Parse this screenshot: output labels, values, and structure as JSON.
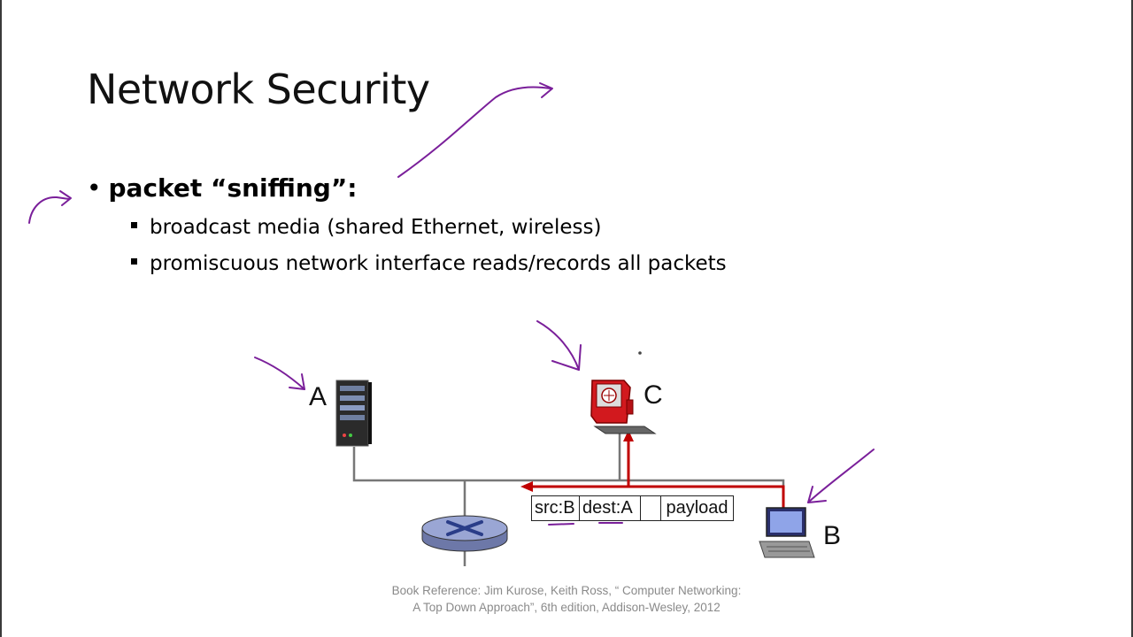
{
  "slide": {
    "title": "Network Security",
    "bullet": {
      "symbol": "•",
      "text": "packet “sniffing”:"
    },
    "sub_bullets": [
      "broadcast media (shared Ethernet, wireless)",
      "promiscuous network interface reads/records all packets"
    ]
  },
  "diagram": {
    "nodes": {
      "a": {
        "label": "A",
        "icon": "server-icon"
      },
      "c": {
        "label": "C",
        "icon": "sniffer-computer-icon"
      },
      "b": {
        "label": "B",
        "icon": "laptop-icon"
      },
      "router": {
        "icon": "router-icon"
      }
    },
    "packet": {
      "src": "src:B",
      "dest": "dest:A",
      "payload": "payload"
    },
    "colors": {
      "flow": "#c00000",
      "annotation": "#7a1f9a",
      "link": "#777777"
    }
  },
  "reference": "Book Reference: Jim Kurose, Keith Ross, “ Computer Networking: A Top Down Approach”, 6th edition, Addison-Wesley, 2012"
}
